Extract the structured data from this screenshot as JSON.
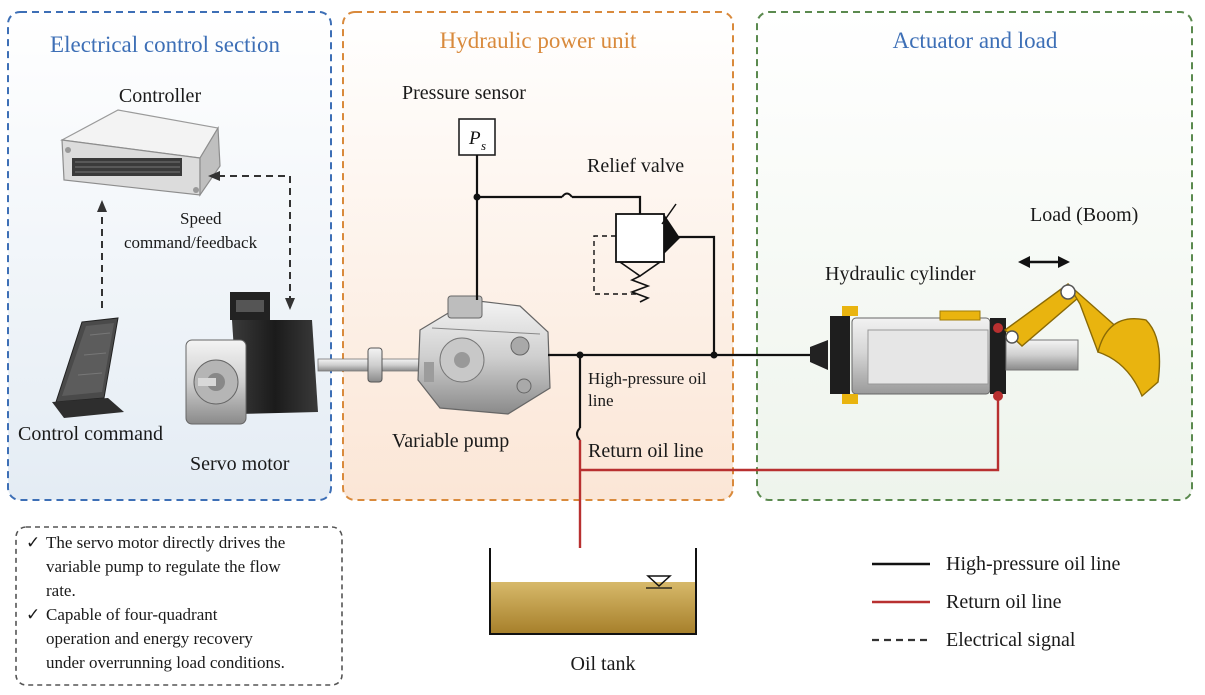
{
  "colors": {
    "electrical": "#3d6fb6",
    "hydraulic": "#d98a3c",
    "actuator": "#5b8a4f",
    "high_pressure": "#111111",
    "return": "#b83030",
    "boom": "#e9b40f",
    "oil": "#c9a645"
  },
  "sections": {
    "electrical": "Electrical control section",
    "hydraulic": "Hydraulic power unit",
    "actuator": "Actuator and load"
  },
  "labels": {
    "controller": "Controller",
    "speed_line1": "Speed",
    "speed_line2": "command/feedback",
    "control_command": "Control command",
    "servo_motor": "Servo motor",
    "pressure_sensor": "Pressure sensor",
    "sensor_symbol": "P",
    "sensor_subscript": "s",
    "relief_valve": "Relief valve",
    "variable_pump": "Variable pump",
    "hp_line_1": "High-pressure oil",
    "hp_line_2": "line",
    "return_oil_line": "Return oil line",
    "load": "Load (Boom)",
    "hydraulic_cylinder": "Hydraulic cylinder",
    "oil_tank": "Oil tank"
  },
  "notes": [
    [
      "The servo motor directly drives the",
      "variable pump to regulate the flow",
      "rate."
    ],
    [
      "Capable of four-quadrant",
      "operation and energy recovery",
      "under overrunning load conditions."
    ]
  ],
  "legend": [
    {
      "label": "High-pressure oil line",
      "style": "solid",
      "color": "#111111"
    },
    {
      "label": "Return oil line",
      "style": "solid",
      "color": "#b83030"
    },
    {
      "label": "Electrical signal",
      "style": "dashed",
      "color": "#333333"
    }
  ]
}
